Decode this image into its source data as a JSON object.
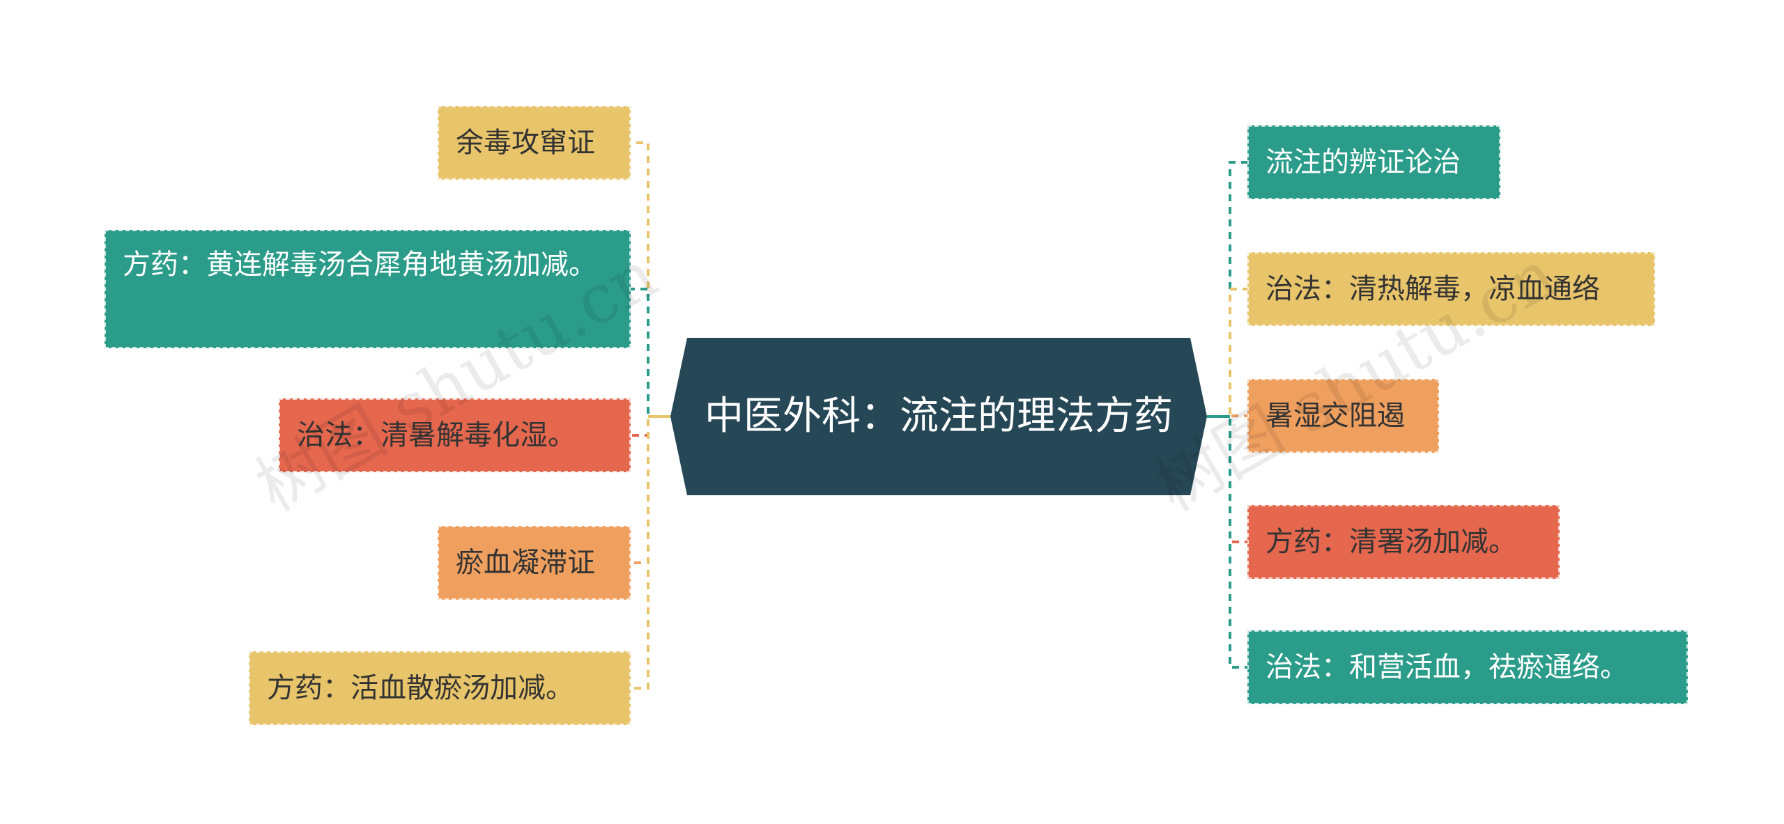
{
  "center": {
    "title": "中医外科：流注的理法方药"
  },
  "left_nodes": [
    {
      "id": "l1",
      "text": "余毒攻窜证",
      "color": "#E8C46A"
    },
    {
      "id": "l2",
      "text": "方药：黄连解毒汤合犀角地黄汤加减。",
      "color": "#2B9C8A"
    },
    {
      "id": "l3",
      "text": "治法：清暑解毒化湿。",
      "color": "#E4674E"
    },
    {
      "id": "l4",
      "text": "瘀血凝滞证",
      "color": "#EF9F5E"
    },
    {
      "id": "l5",
      "text": "方药：活血散瘀汤加减。",
      "color": "#E8C46A"
    }
  ],
  "right_nodes": [
    {
      "id": "r1",
      "text": "流注的辨证论治",
      "color": "#2B9C8A"
    },
    {
      "id": "r2",
      "text": "治法：清热解毒，凉血通络",
      "color": "#E8C46A"
    },
    {
      "id": "r3",
      "text": "暑湿交阻遏",
      "color": "#EF9F5E"
    },
    {
      "id": "r4",
      "text": "方药：清署汤加减。",
      "color": "#E4674E"
    },
    {
      "id": "r5",
      "text": "治法：和营活血，祛瘀通络。",
      "color": "#2B9C8A"
    }
  ],
  "watermark": "树图 shutu.cn"
}
